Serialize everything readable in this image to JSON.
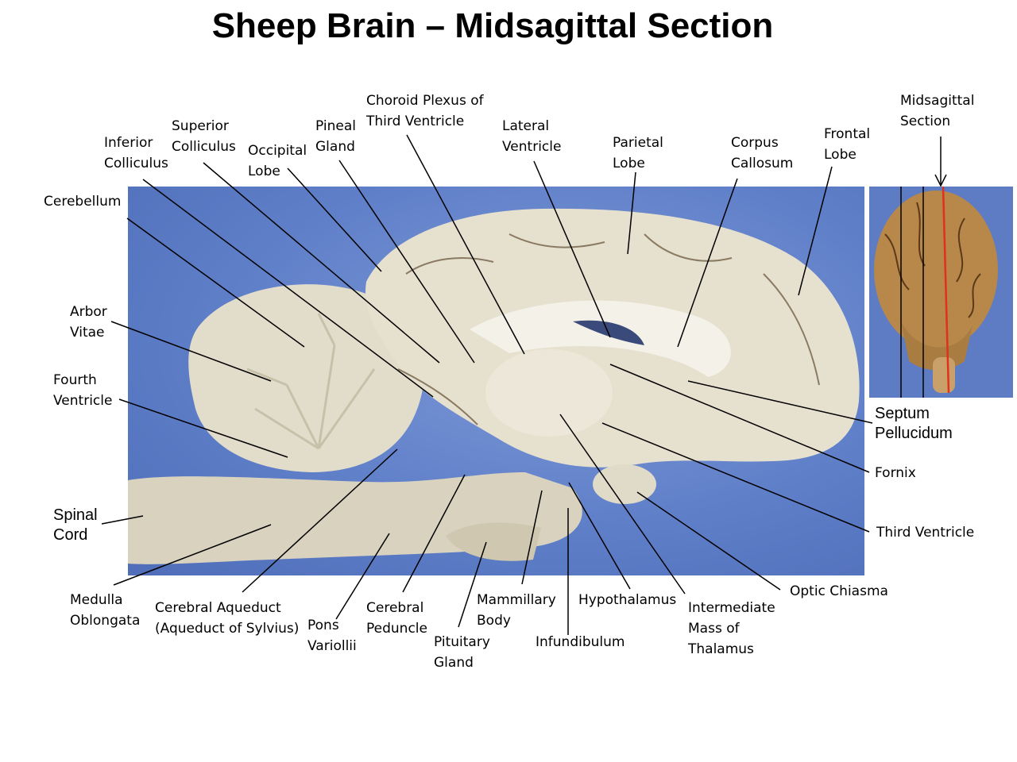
{
  "title": "Sheep Brain – Midsagittal Section",
  "photo": {
    "name": "sheep-brain-midsagittal-photo",
    "background_color": "#5f7fc9",
    "tissue_color": "#ddd7c4"
  },
  "inset": {
    "name": "dorsal-view-inset",
    "brain_color": "#b8874a",
    "cut_line_color": "#e0301e"
  },
  "labels": {
    "midsagittal_section": [
      "Midsagittal",
      "Section"
    ],
    "choroid_plexus": [
      "Choroid Plexus of",
      "Third Ventricle"
    ],
    "superior_colliculus": [
      "Superior",
      "Colliculus"
    ],
    "pineal_gland": [
      "Pineal",
      "Gland"
    ],
    "lateral_ventricle": [
      "Lateral",
      "Ventricle"
    ],
    "inferior_colliculus": [
      "Inferior",
      "Colliculus"
    ],
    "occipital_lobe": [
      "Occipital",
      "Lobe"
    ],
    "parietal_lobe": [
      "Parietal",
      "Lobe"
    ],
    "corpus_callosum": [
      "Corpus",
      "Callosum"
    ],
    "frontal_lobe": [
      "Frontal",
      "Lobe"
    ],
    "cerebellum": "Cerebellum",
    "arbor_vitae": [
      "Arbor",
      "Vitae"
    ],
    "fourth_ventricle": [
      "Fourth",
      "Ventricle"
    ],
    "septum_pellucidum": [
      "Septum",
      "Pellucidum"
    ],
    "fornix": "Fornix",
    "spinal_cord": [
      "Spinal",
      "Cord"
    ],
    "third_ventricle": "Third Ventricle",
    "optic_chiasma": "Optic Chiasma",
    "medulla_oblongata": [
      "Medulla",
      "Oblongata"
    ],
    "cerebral_aqueduct": [
      "Cerebral Aqueduct",
      "(Aqueduct of Sylvius)"
    ],
    "pons": [
      "Pons",
      "Variollii"
    ],
    "cerebral_peduncle": [
      "Cerebral",
      "Peduncle"
    ],
    "mammillary_body": [
      "Mammillary",
      "Body"
    ],
    "pituitary_gland": [
      "Pituitary",
      "Gland"
    ],
    "hypothalamus": "Hypothalamus",
    "infundibulum": "Infundibulum",
    "intermediate_mass": [
      "Intermediate",
      "Mass of",
      "Thalamus"
    ]
  }
}
